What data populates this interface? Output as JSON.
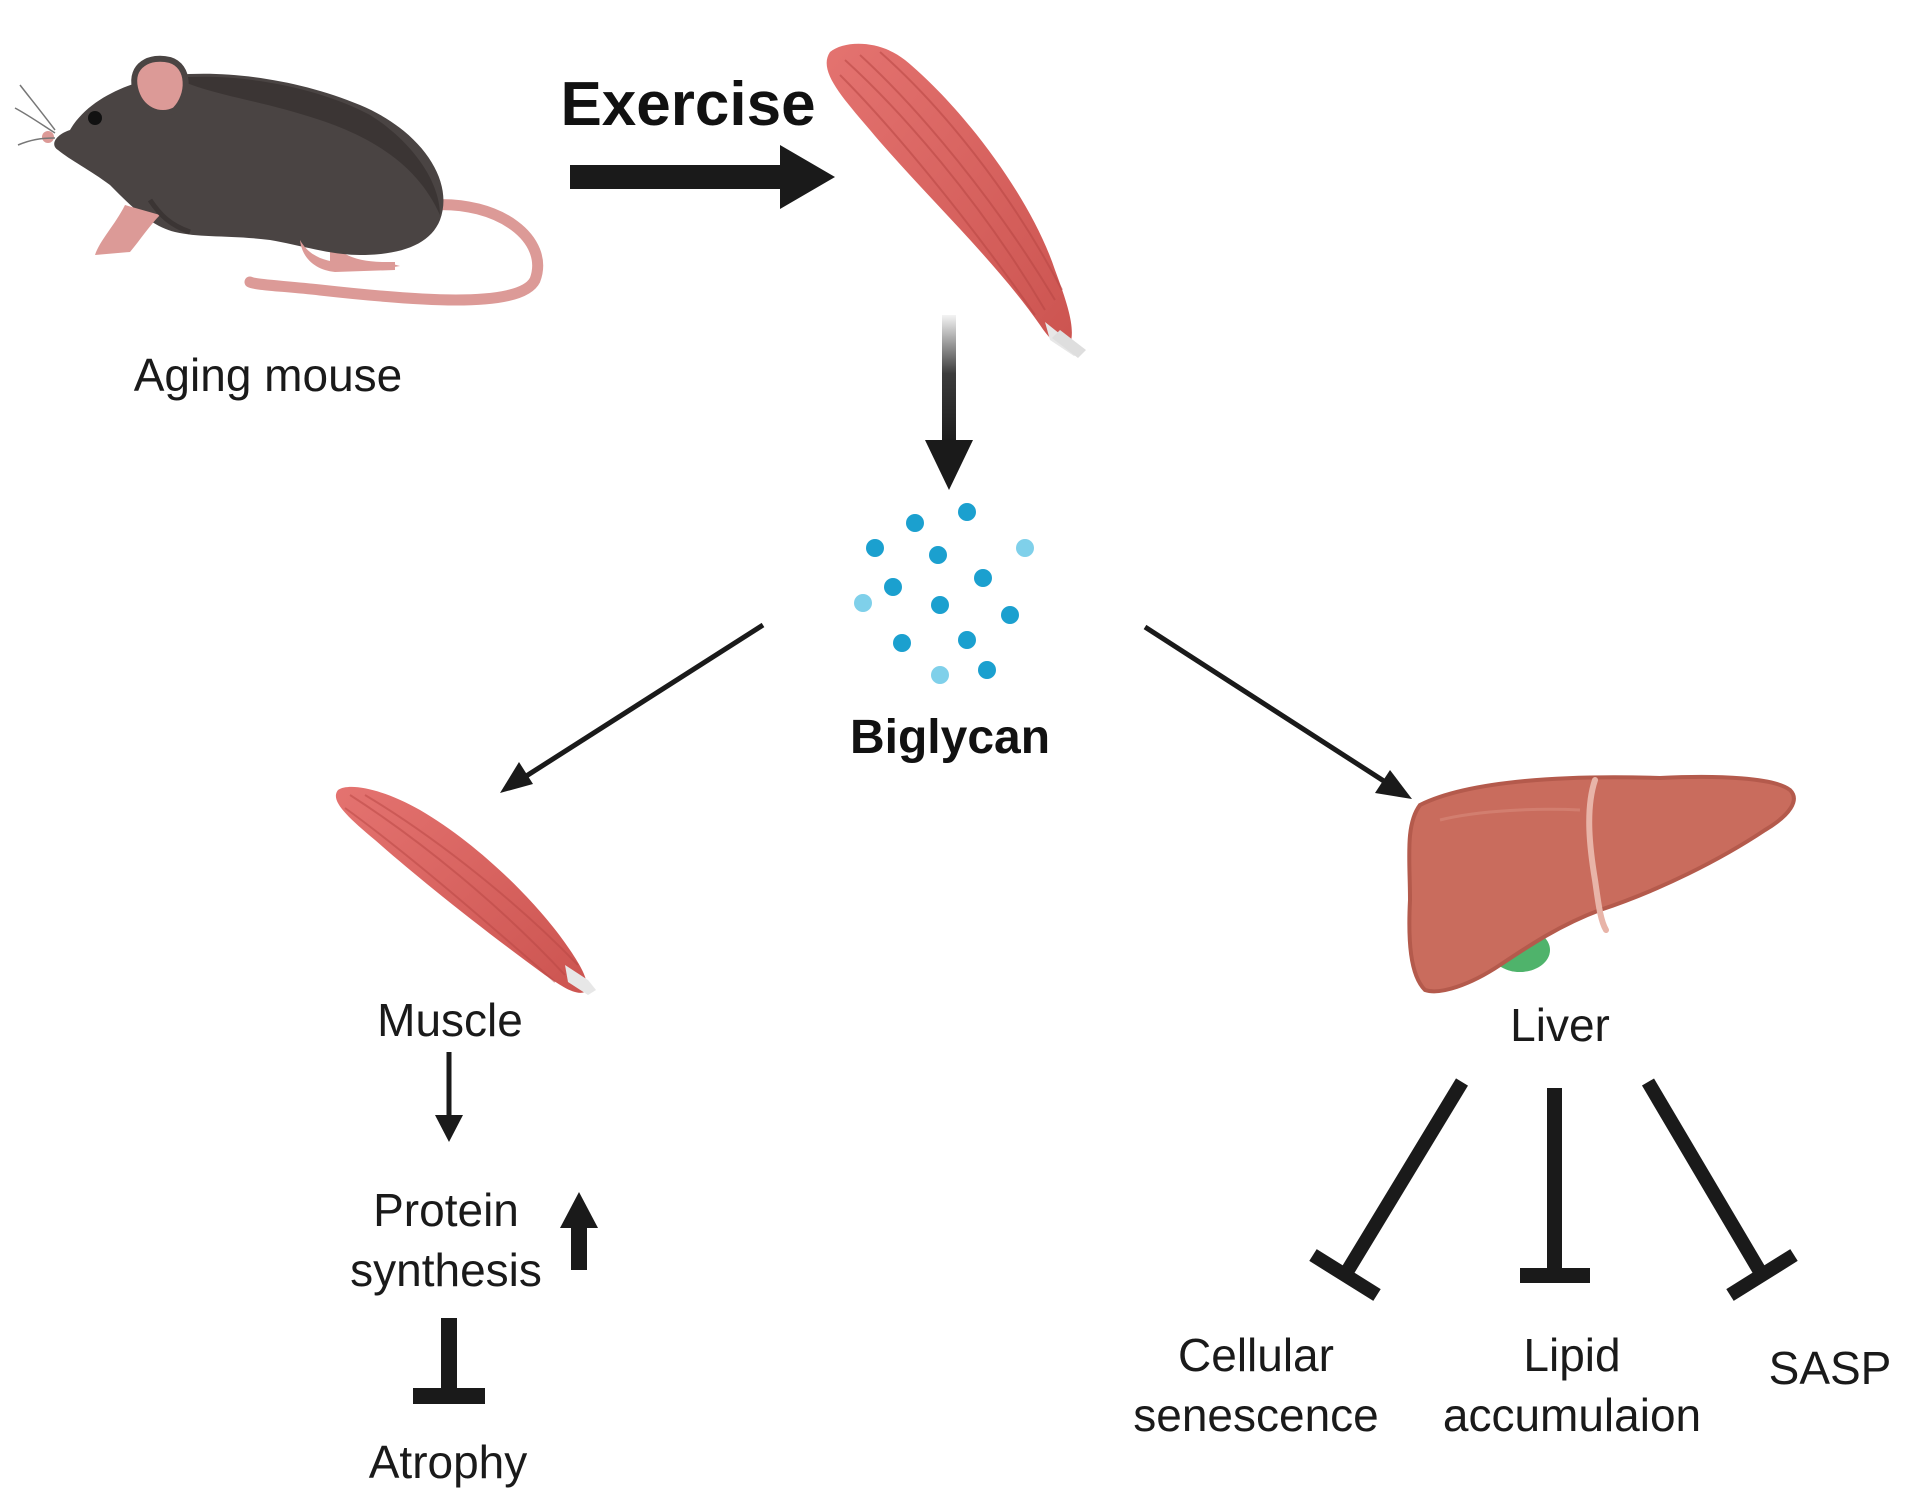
{
  "labels": {
    "aging_mouse": "Aging mouse",
    "exercise": "Exercise",
    "biglycan": "Biglycan",
    "muscle": "Muscle",
    "protein_synthesis": [
      "Protein",
      "synthesis"
    ],
    "atrophy": "Atrophy",
    "liver": "Liver",
    "cellular_senescence": [
      "Cellular",
      "senescence"
    ],
    "lipid_accumulation": [
      "Lipid",
      "accumulaion"
    ],
    "sasp": "SASP"
  },
  "icons": {
    "mouse": "mouse-icon",
    "muscle_top": "muscle-icon",
    "muscle_bottom": "muscle-icon",
    "biglycan_particles": "molecule-dots-icon",
    "liver": "liver-icon"
  },
  "colors": {
    "muscle_fill": "#d9605c",
    "muscle_stripe": "#b94744",
    "tendon": "#e7e7e7",
    "mouse_body": "#4a4443",
    "mouse_pink": "#dc9a97",
    "liver_fill": "#c96c5d",
    "liver_edge": "#b45a4c",
    "gallbladder": "#4fb36b",
    "particle_dark": "#1ba0cf",
    "particle_light": "#7fd0ea",
    "arrow": "#1a1a1a"
  }
}
